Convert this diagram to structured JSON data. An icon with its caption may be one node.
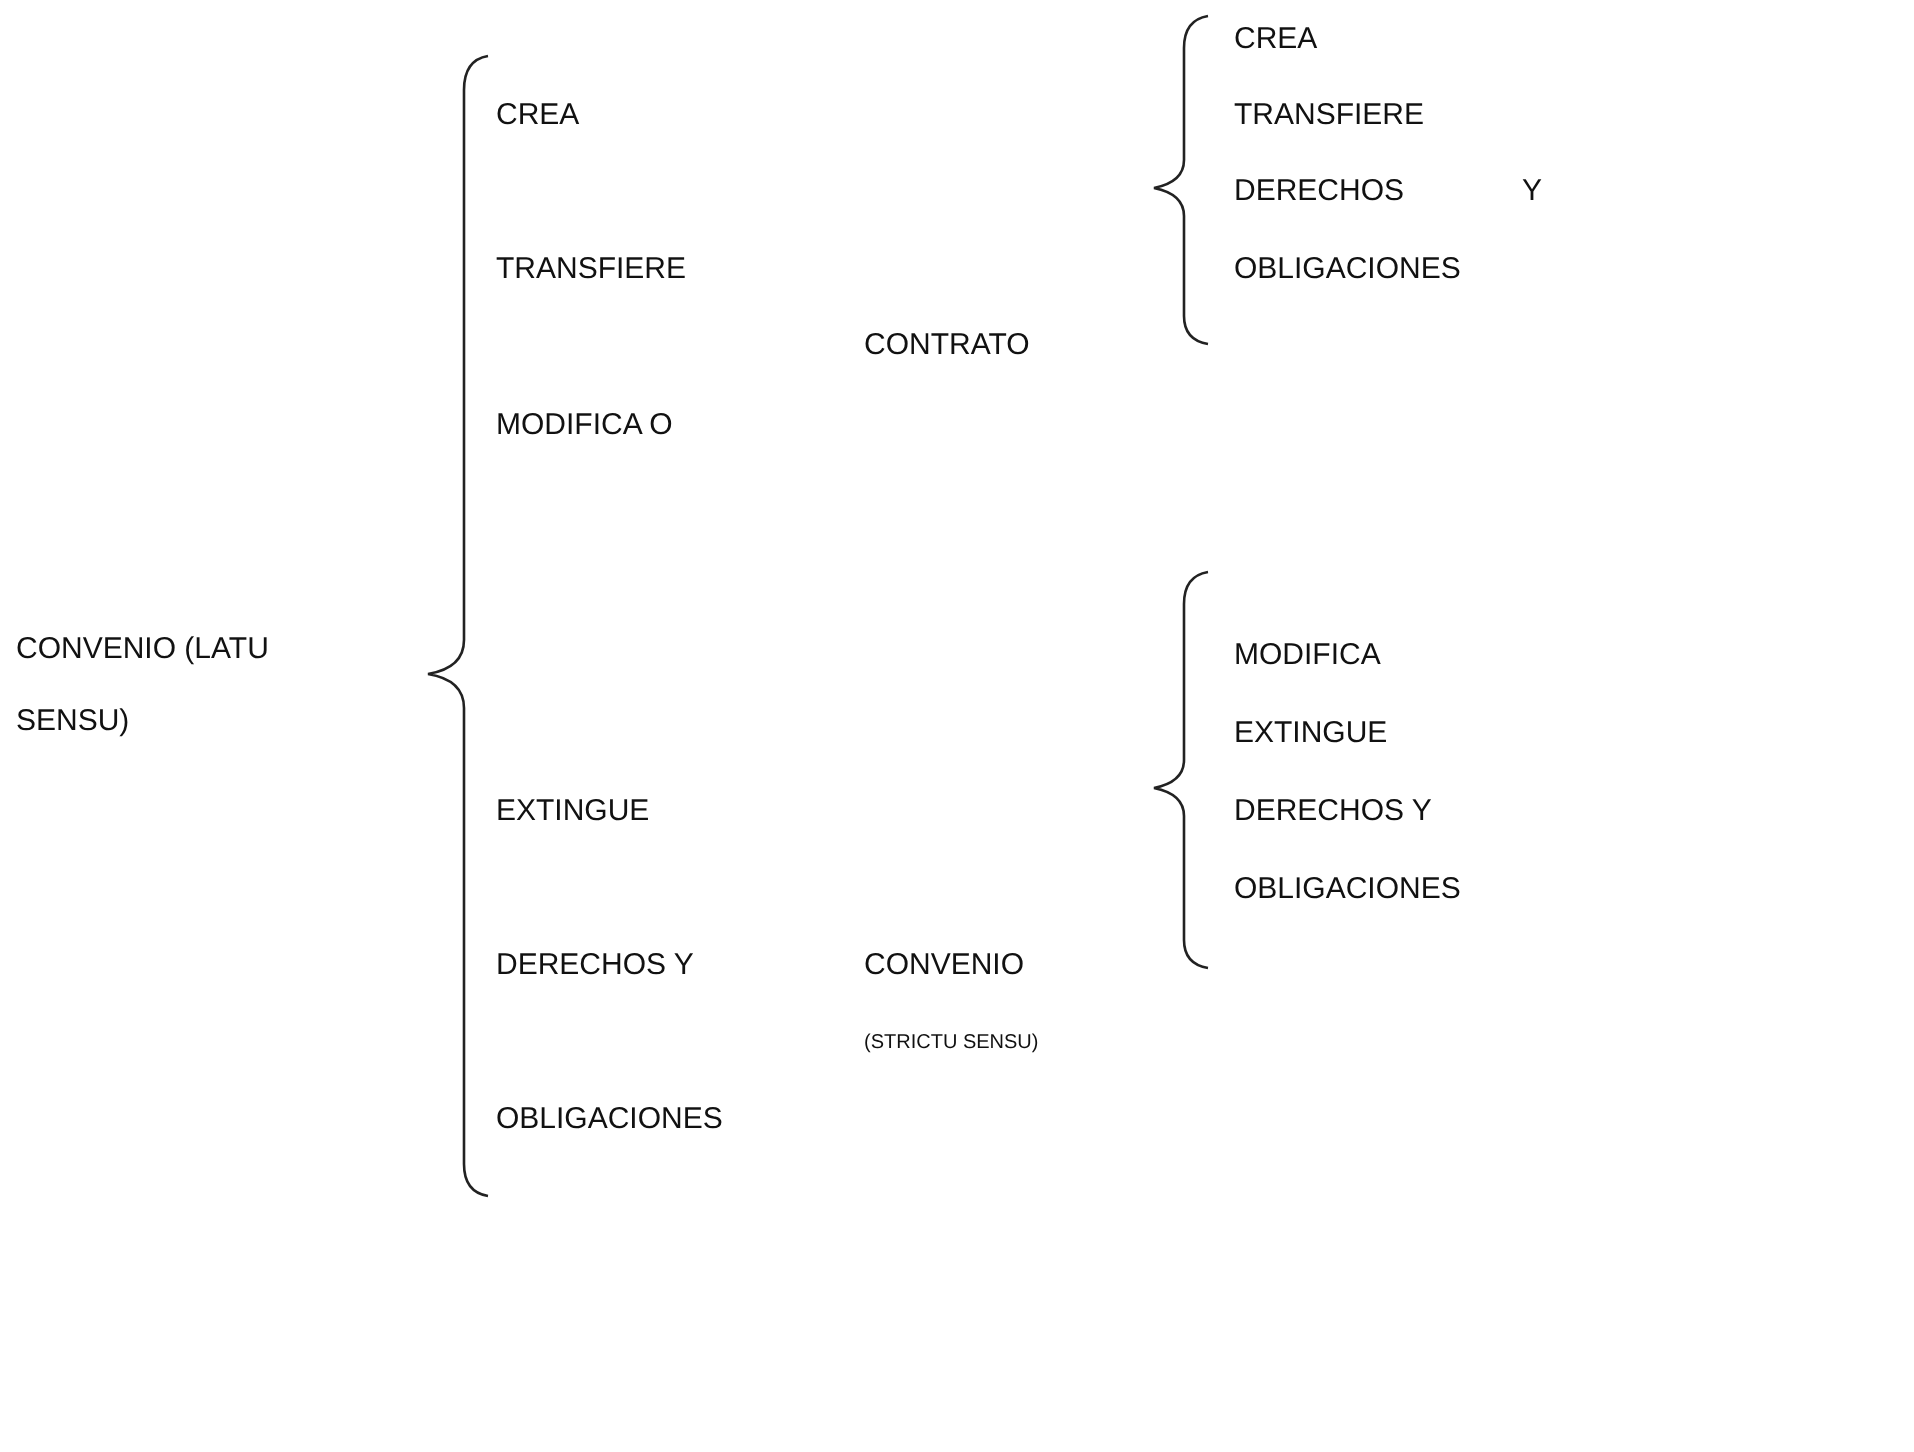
{
  "diagram": {
    "labels": [
      "CONVENIO (LATU SENSU)",
      "CREA",
      "TRANSFIERE",
      "MODIFICA O",
      "EXTINGUE",
      "DERECHOS Y",
      "OBLIGACIONES",
      "CONTRATO",
      "CONVENIO",
      "(STRICTU SENSU)",
      "CREA",
      "TRANSFIERE",
      "DERECHOS Y",
      "OBLIGACIONES",
      "MODIFICA",
      "EXTINGUE",
      "DERECHOS Y",
      "OBLIGACIONES"
    ]
  }
}
